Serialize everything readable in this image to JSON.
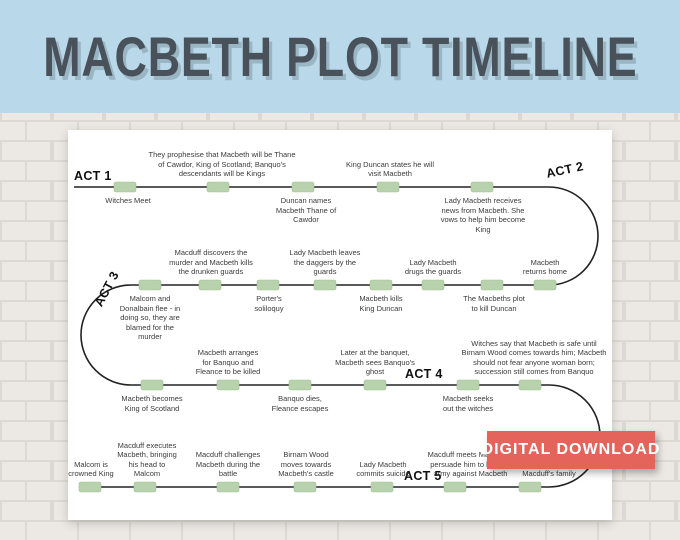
{
  "header": {
    "title": "MACBETH PLOT TIMELINE"
  },
  "acts": [
    "ACT 1",
    "ACT 2",
    "ACT 3",
    "ACT 4",
    "ACT 5"
  ],
  "events": [
    {
      "text": "Witches Meet"
    },
    {
      "text": "They prophesise that Macbeth will be Thane of Cawdor, King of Scotland; Banquo's descendants will be Kings"
    },
    {
      "text": "Duncan names Macbeth Thane of Cawdor"
    },
    {
      "text": "King Duncan states he will visit Macbeth"
    },
    {
      "text": "Lady Macbeth receives news from Macbeth. She vows to help him become King"
    },
    {
      "text": "Malcom and Donalbain flee - in doing so, they are blamed for the murder"
    },
    {
      "text": "Macduff discovers the murder and Macbeth kills the drunken guards"
    },
    {
      "text": "Porter's soliloquy"
    },
    {
      "text": "Lady Macbeth leaves the daggers by the guards"
    },
    {
      "text": "Macbeth kills King Duncan"
    },
    {
      "text": "Lady Macbeth drugs the guards"
    },
    {
      "text": "The Macbeths plot to kill Duncan"
    },
    {
      "text": "Macbeth returns home"
    },
    {
      "text": "Macbeth becomes King of Scotland"
    },
    {
      "text": "Macbeth arranges for Banquo and Fleance to be killed"
    },
    {
      "text": "Banquo dies, Fleance escapes"
    },
    {
      "text": "Later at the banquet, Macbeth sees Banquo's ghost"
    },
    {
      "text": "Macbeth seeks out the witches"
    },
    {
      "text": "Witches say that Macbeth is safe until Birnam Wood comes towards him; Macbeth should not fear anyone woman born; succession still comes from Banquo"
    },
    {
      "text": "Malcom is crowned King"
    },
    {
      "text": "Macduff executes Macbeth, bringing his head to Malcom"
    },
    {
      "text": "Macduff challenges Macbeth during the battle"
    },
    {
      "text": "Birnam Wood moves towards Macbeth's castle"
    },
    {
      "text": "Lady Macbeth commits suicide"
    },
    {
      "text": "Macduff meets Malcom to persuade him to lead an army against Macbeth"
    },
    {
      "text": "Macbeth kills Macduff's family"
    }
  ],
  "ribbon": {
    "label": "DIGITAL DOWNLOAD"
  },
  "colors": {
    "header_bg": "#b9d9ea",
    "title_text": "#49525a",
    "marker_green": "#b7d2ad",
    "timeline_line": "#222222",
    "ribbon_bg": "#e4645c",
    "paper": "#ffffff",
    "wall": "#ece9e4"
  }
}
